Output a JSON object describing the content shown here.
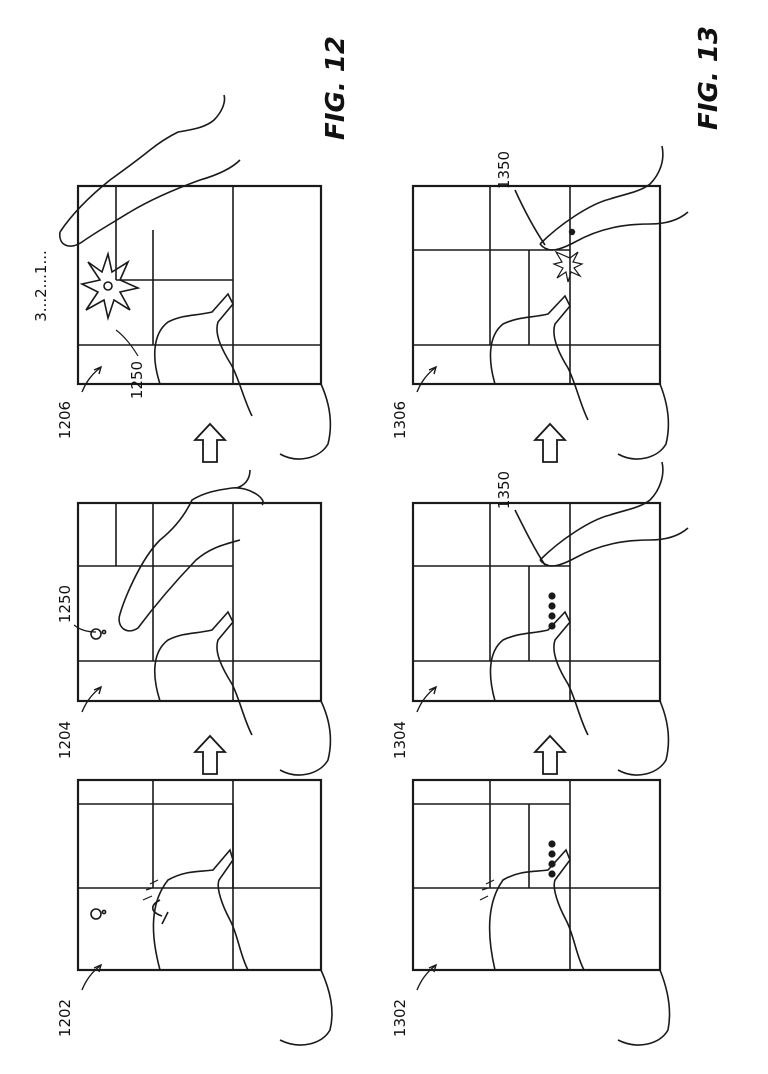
{
  "figures": [
    {
      "title": "FIG. 12",
      "panels": [
        {
          "ref": "1202"
        },
        {
          "ref": "1204",
          "callout": "1250"
        },
        {
          "ref": "1206",
          "callout": "1250",
          "countdown": "3...2...1..."
        }
      ]
    },
    {
      "title": "FIG. 13",
      "panels": [
        {
          "ref": "1302"
        },
        {
          "ref": "1304",
          "callout": "1350"
        },
        {
          "ref": "1306",
          "callout": "1350"
        }
      ]
    }
  ],
  "colors": {
    "line": "#1a1a1a",
    "background": "#ffffff"
  }
}
